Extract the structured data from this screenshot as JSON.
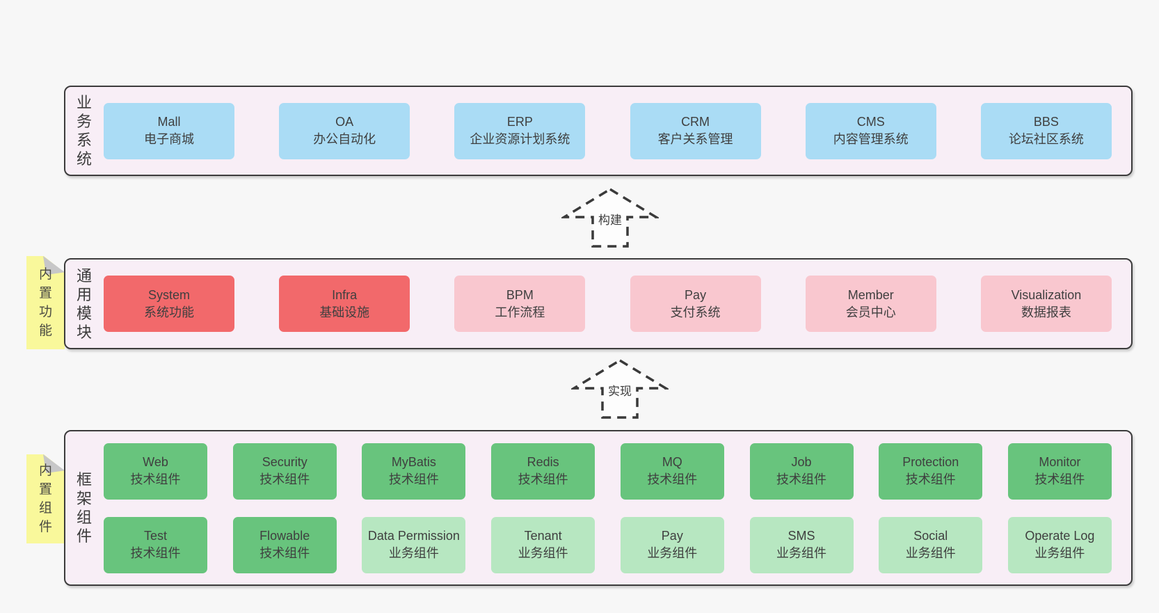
{
  "colors": {
    "background": "#f7f7f7",
    "panel_fill": "#f8eef6",
    "panel_border": "#3c3c3c",
    "box_blue": "#aadcf5",
    "box_red": "#f2696b",
    "box_pink": "#f9c7cf",
    "box_green": "#68c47d",
    "box_green_light": "#b7e7c1",
    "sticky_yellow": "#f9f89b",
    "sticky_fold": "#c7c7c8",
    "text": "#3b3b3b"
  },
  "layers": [
    {
      "id": "business-systems",
      "label": "业务系统",
      "sticky": "",
      "rows": [
        [
          {
            "name": "Mall",
            "sub": "电子商城",
            "color": "blue"
          },
          {
            "name": "OA",
            "sub": "办公自动化",
            "color": "blue"
          },
          {
            "name": "ERP",
            "sub": "企业资源计划系统",
            "color": "blue"
          },
          {
            "name": "CRM",
            "sub": "客户关系管理",
            "color": "blue"
          },
          {
            "name": "CMS",
            "sub": "内容管理系统",
            "color": "blue"
          },
          {
            "name": "BBS",
            "sub": "论坛社区系统",
            "color": "blue"
          }
        ]
      ]
    },
    {
      "id": "common-modules",
      "label": "通用模块",
      "sticky": "内置功能",
      "rows": [
        [
          {
            "name": "System",
            "sub": "系统功能",
            "color": "red"
          },
          {
            "name": "Infra",
            "sub": "基础设施",
            "color": "red"
          },
          {
            "name": "BPM",
            "sub": "工作流程",
            "color": "pink"
          },
          {
            "name": "Pay",
            "sub": "支付系统",
            "color": "pink"
          },
          {
            "name": "Member",
            "sub": "会员中心",
            "color": "pink"
          },
          {
            "name": "Visualization",
            "sub": "数据报表",
            "color": "pink"
          }
        ]
      ]
    },
    {
      "id": "framework-components",
      "label": "框架组件",
      "sticky": "内置组件",
      "rows": [
        [
          {
            "name": "Web",
            "sub": "技术组件",
            "color": "green"
          },
          {
            "name": "Security",
            "sub": "技术组件",
            "color": "green"
          },
          {
            "name": "MyBatis",
            "sub": "技术组件",
            "color": "green"
          },
          {
            "name": "Redis",
            "sub": "技术组件",
            "color": "green"
          },
          {
            "name": "MQ",
            "sub": "技术组件",
            "color": "green"
          },
          {
            "name": "Job",
            "sub": "技术组件",
            "color": "green"
          },
          {
            "name": "Protection",
            "sub": "技术组件",
            "color": "green"
          },
          {
            "name": "Monitor",
            "sub": "技术组件",
            "color": "green"
          }
        ],
        [
          {
            "name": "Test",
            "sub": "技术组件",
            "color": "green"
          },
          {
            "name": "Flowable",
            "sub": "技术组件",
            "color": "green"
          },
          {
            "name": "Data Permission",
            "sub": "业务组件",
            "color": "green-light"
          },
          {
            "name": "Tenant",
            "sub": "业务组件",
            "color": "green-light"
          },
          {
            "name": "Pay",
            "sub": "业务组件",
            "color": "green-light"
          },
          {
            "name": "SMS",
            "sub": "业务组件",
            "color": "green-light"
          },
          {
            "name": "Social",
            "sub": "业务组件",
            "color": "green-light"
          },
          {
            "name": "Operate Log",
            "sub": "业务组件",
            "color": "green-light"
          }
        ]
      ]
    }
  ],
  "arrows": [
    {
      "label": "构建"
    },
    {
      "label": "实现"
    }
  ]
}
